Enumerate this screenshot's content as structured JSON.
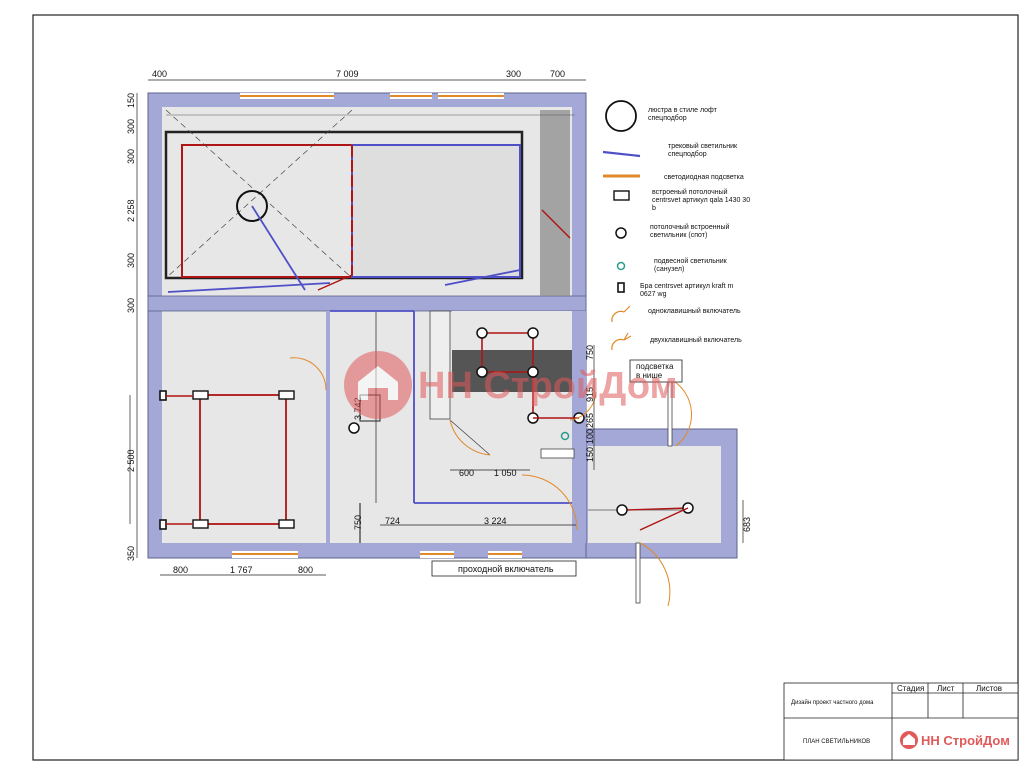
{
  "dimensions": {
    "top": [
      "400",
      "7 009",
      "300",
      "700"
    ],
    "left_top": [
      "150",
      "300",
      "300",
      "2 258",
      "300",
      "300"
    ],
    "left_bottom": [
      "2 500",
      "350"
    ],
    "bottom": [
      "800",
      "1 767",
      "800"
    ],
    "inner": [
      "3 742",
      "750",
      "724",
      "3 224",
      "600",
      "1 050",
      "750",
      "915",
      "265",
      "100",
      "150",
      "683"
    ]
  },
  "labels": {
    "niche": "подсветка\nв нише",
    "pass_switch": "проходной включатель"
  },
  "legend": [
    {
      "icon": "chandelier-icon",
      "text": "люстра в стиле лофт\nспецподбор"
    },
    {
      "icon": "track-light-icon",
      "text": "трековый светильник\nспецподбор"
    },
    {
      "icon": "led-strip-icon",
      "text": "светодиодная подсветка"
    },
    {
      "icon": "recessed-panel-icon",
      "text": "встроеный потолочный\ncentrsvet артикул qala 1430 30\nb"
    },
    {
      "icon": "spot-light-icon",
      "text": "потолочный встроенный\nсветильник (спот)"
    },
    {
      "icon": "pendant-light-icon",
      "text": "подвесной светильник\n(санузел)"
    },
    {
      "icon": "wall-sconce-icon",
      "text": "Бра centrsvet артикул kraft m\n0627 wg"
    },
    {
      "icon": "single-switch-icon",
      "text": "одноклавишный включатель"
    },
    {
      "icon": "double-switch-icon",
      "text": "двухклавишный включатель"
    }
  ],
  "watermark": "НН СтройДом",
  "title_block": {
    "stage": "Стадия",
    "sheet": "Лист",
    "sheets": "Листов",
    "project": "Дизайн проект частного дома",
    "plan": "ПЛАН СВЕТИЛЬНИКОВ",
    "logo": "НН СтройДом"
  },
  "colors": {
    "wall": "#a3a8d6",
    "wall_stroke": "#5c628c",
    "floor": "#e7e7e7",
    "wire": "#b01414",
    "track": "#4f4fc7",
    "led": "#e08a2a",
    "dark": "#555555"
  }
}
